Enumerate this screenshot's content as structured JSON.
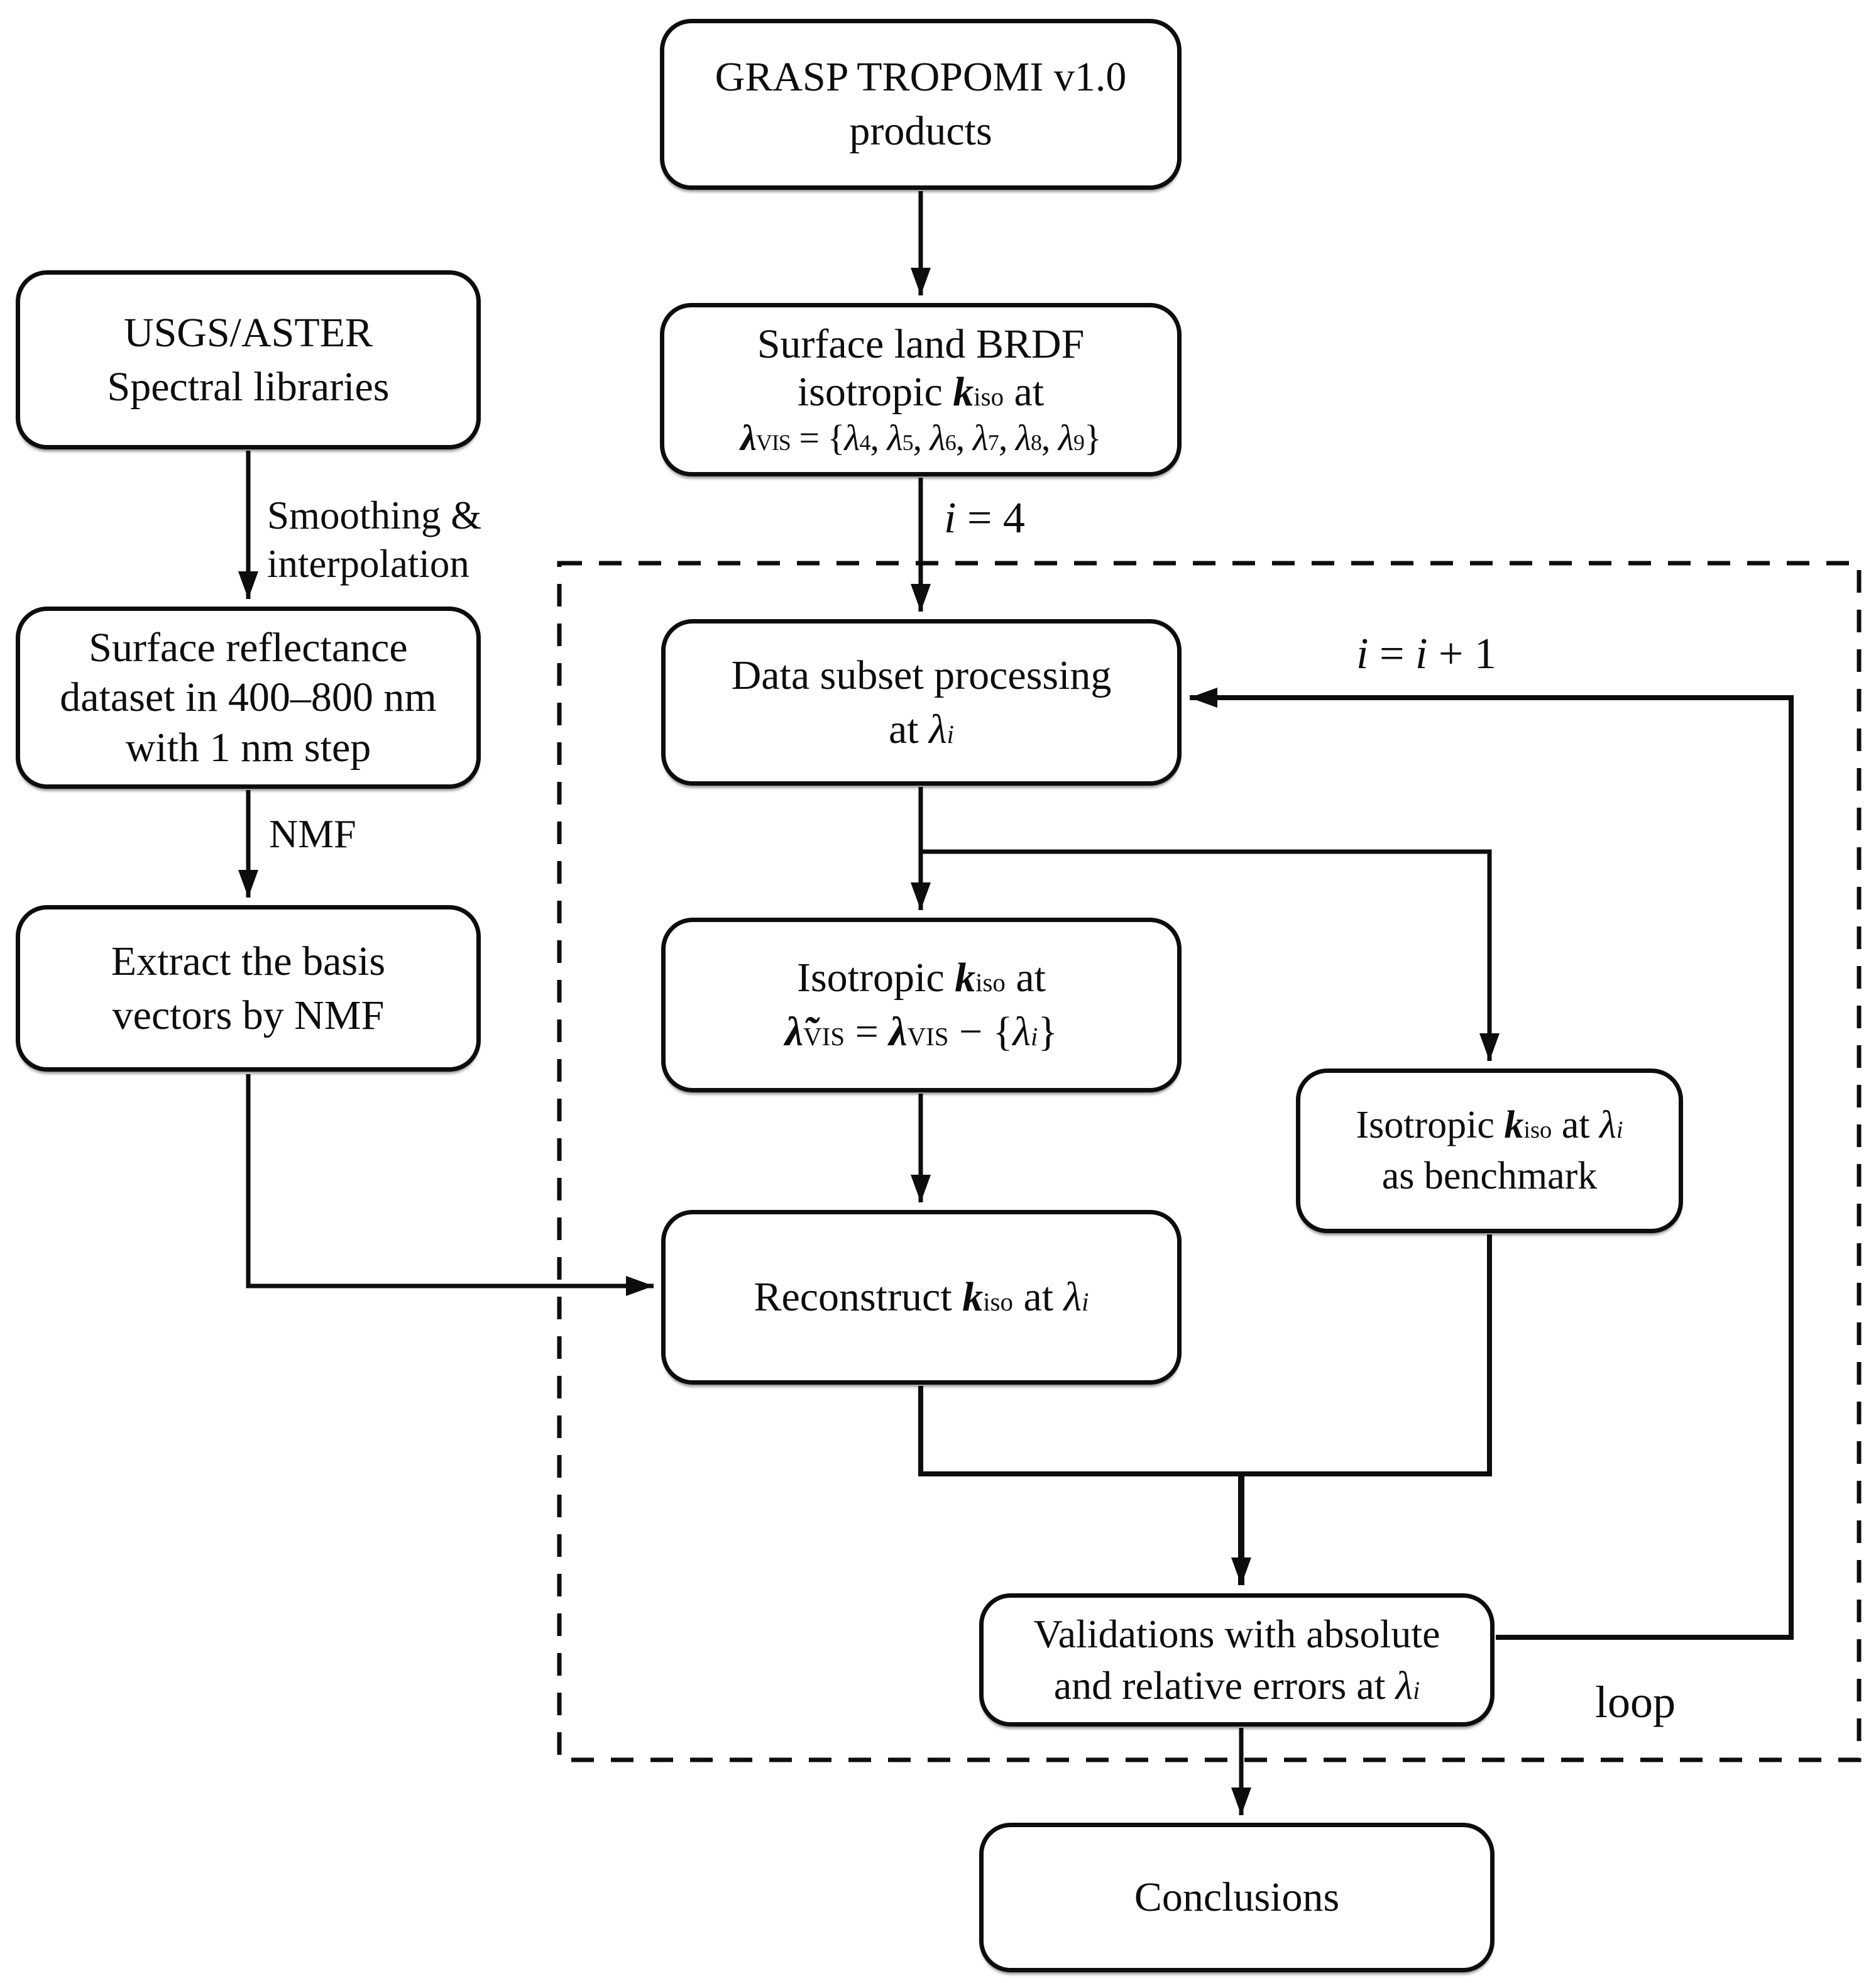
{
  "figure_type": "flowchart",
  "colors": {
    "stroke": "#0d0d0d",
    "background": "#ffffff"
  },
  "nodes": [
    {
      "id": "grasp",
      "lines": [
        "GRASP TROPOMI v1.0",
        "products"
      ]
    },
    {
      "id": "usgs",
      "lines": [
        "USGS/ASTER",
        "Spectral libraries"
      ]
    },
    {
      "id": "brdf",
      "lines": [
        "Surface land BRDF",
        "isotropic <b><i>k</i></b><sub>iso</sub> at",
        "<b><i>λ</i></b><sub>VIS</sub> = {<i>λ</i><sub>4</sub>, <i>λ</i><sub>5</sub>, <i>λ</i><sub>6</sub>, <i>λ</i><sub>7</sub>, <i>λ</i><sub>8</sub>, <i>λ</i><sub>9</sub>}"
      ]
    },
    {
      "id": "srefl",
      "lines": [
        "Surface reflectance",
        "dataset in 400–800 nm",
        "with 1 nm step"
      ]
    },
    {
      "id": "extract",
      "lines": [
        "Extract the basis",
        "vectors by NMF"
      ]
    },
    {
      "id": "subset",
      "lines": [
        "Data subset processing",
        "at <i>λ</i><sub><i>i</i></sub>"
      ]
    },
    {
      "id": "isovis",
      "lines": [
        "Isotropic <b><i>k</i></b><sub>iso</sub> at",
        "<b><i>λ̃</i></b><sub>VIS</sub> = <b><i>λ</i></b><sub>VIS</sub> − {<i>λ</i><sub><i>i</i></sub>}"
      ]
    },
    {
      "id": "bench",
      "lines": [
        "Isotropic <b><i>k</i></b><sub>iso</sub> at <i>λ</i><sub><i>i</i></sub>",
        "as benchmark"
      ]
    },
    {
      "id": "recon",
      "lines": [
        "Reconstruct <b><i>k</i></b><sub>iso</sub> at <i>λ</i><sub><i>i</i></sub>"
      ]
    },
    {
      "id": "valid",
      "lines": [
        "Validations with absolute",
        "and relative errors at <i>λ</i><sub><i>i</i></sub>"
      ]
    },
    {
      "id": "concl",
      "lines": [
        "Conclusions"
      ]
    }
  ],
  "edge_labels": {
    "smoothing": "Smoothing &amp;<br>interpolation",
    "nmf": "NMF",
    "init": "<i>i</i> = 4",
    "increment": "<i>i</i> = <i>i</i> + 1",
    "loop": "loop"
  },
  "edges": [
    {
      "from": "grasp",
      "to": "brdf",
      "label": ""
    },
    {
      "from": "usgs",
      "to": "srefl",
      "label": "Smoothing & interpolation"
    },
    {
      "from": "brdf",
      "to": "subset",
      "label": "i = 4"
    },
    {
      "from": "srefl",
      "to": "extract",
      "label": "NMF"
    },
    {
      "from": "extract",
      "to": "recon",
      "label": ""
    },
    {
      "from": "subset",
      "to": "isovis",
      "label": ""
    },
    {
      "from": "subset",
      "to": "bench",
      "label": ""
    },
    {
      "from": "isovis",
      "to": "recon",
      "label": ""
    },
    {
      "from": "recon",
      "to": "valid",
      "label": ""
    },
    {
      "from": "bench",
      "to": "valid",
      "label": ""
    },
    {
      "from": "valid",
      "to": "subset",
      "label": "i = i + 1"
    },
    {
      "from": "valid",
      "to": "concl",
      "label": ""
    }
  ],
  "loop_region": {
    "label": "loop",
    "style": "dashed"
  }
}
